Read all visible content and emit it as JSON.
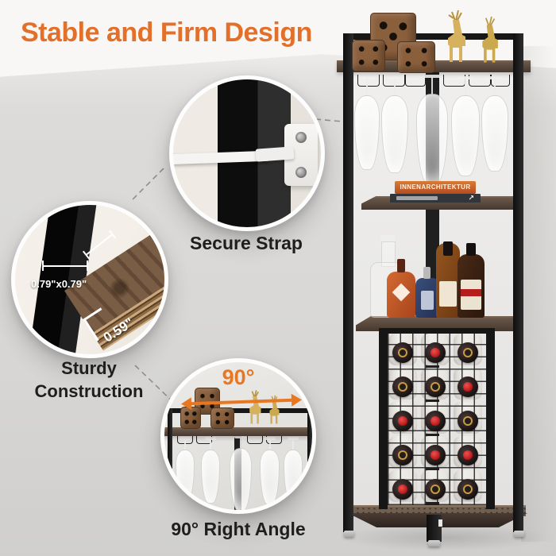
{
  "page": {
    "title": "Stable and Firm Design",
    "title_color": "#E2702B",
    "background_top": "#F7F6F4",
    "background_bottom": "#D1D0CE"
  },
  "callouts": [
    {
      "label": "Secure Strap"
    },
    {
      "label": "Sturdy Construction",
      "measurements": {
        "tube": "0.79\"x0.79\"",
        "board": "0.59\""
      }
    },
    {
      "label": "90° Right Angle",
      "angle_text": "90°",
      "arrow_color": "#E87722"
    }
  ],
  "product": {
    "type": "5-tier-corner-bar-shelf",
    "book_title": "INNENARCHITEKTUR",
    "frame_color": "#1C1C1C",
    "wood_color": "#5D4C3E",
    "decor": [
      "wooden-dice",
      "gold-deer-figurines",
      "hanging-wine-glasses",
      "books",
      "liquor-bottles",
      "wine-bottles"
    ],
    "wine_rack": {
      "rows": 5,
      "cols": 3,
      "cap_colors": [
        [
          "dark",
          "red",
          "dark"
        ],
        [
          "dark",
          "dark",
          "red"
        ],
        [
          "red",
          "red",
          "dark"
        ],
        [
          "dark",
          "red",
          "red"
        ],
        [
          "red",
          "dark",
          "dark"
        ]
      ],
      "red": "#D42222",
      "dark": "#241D1D",
      "gold_ring": "#C79B3E"
    }
  }
}
